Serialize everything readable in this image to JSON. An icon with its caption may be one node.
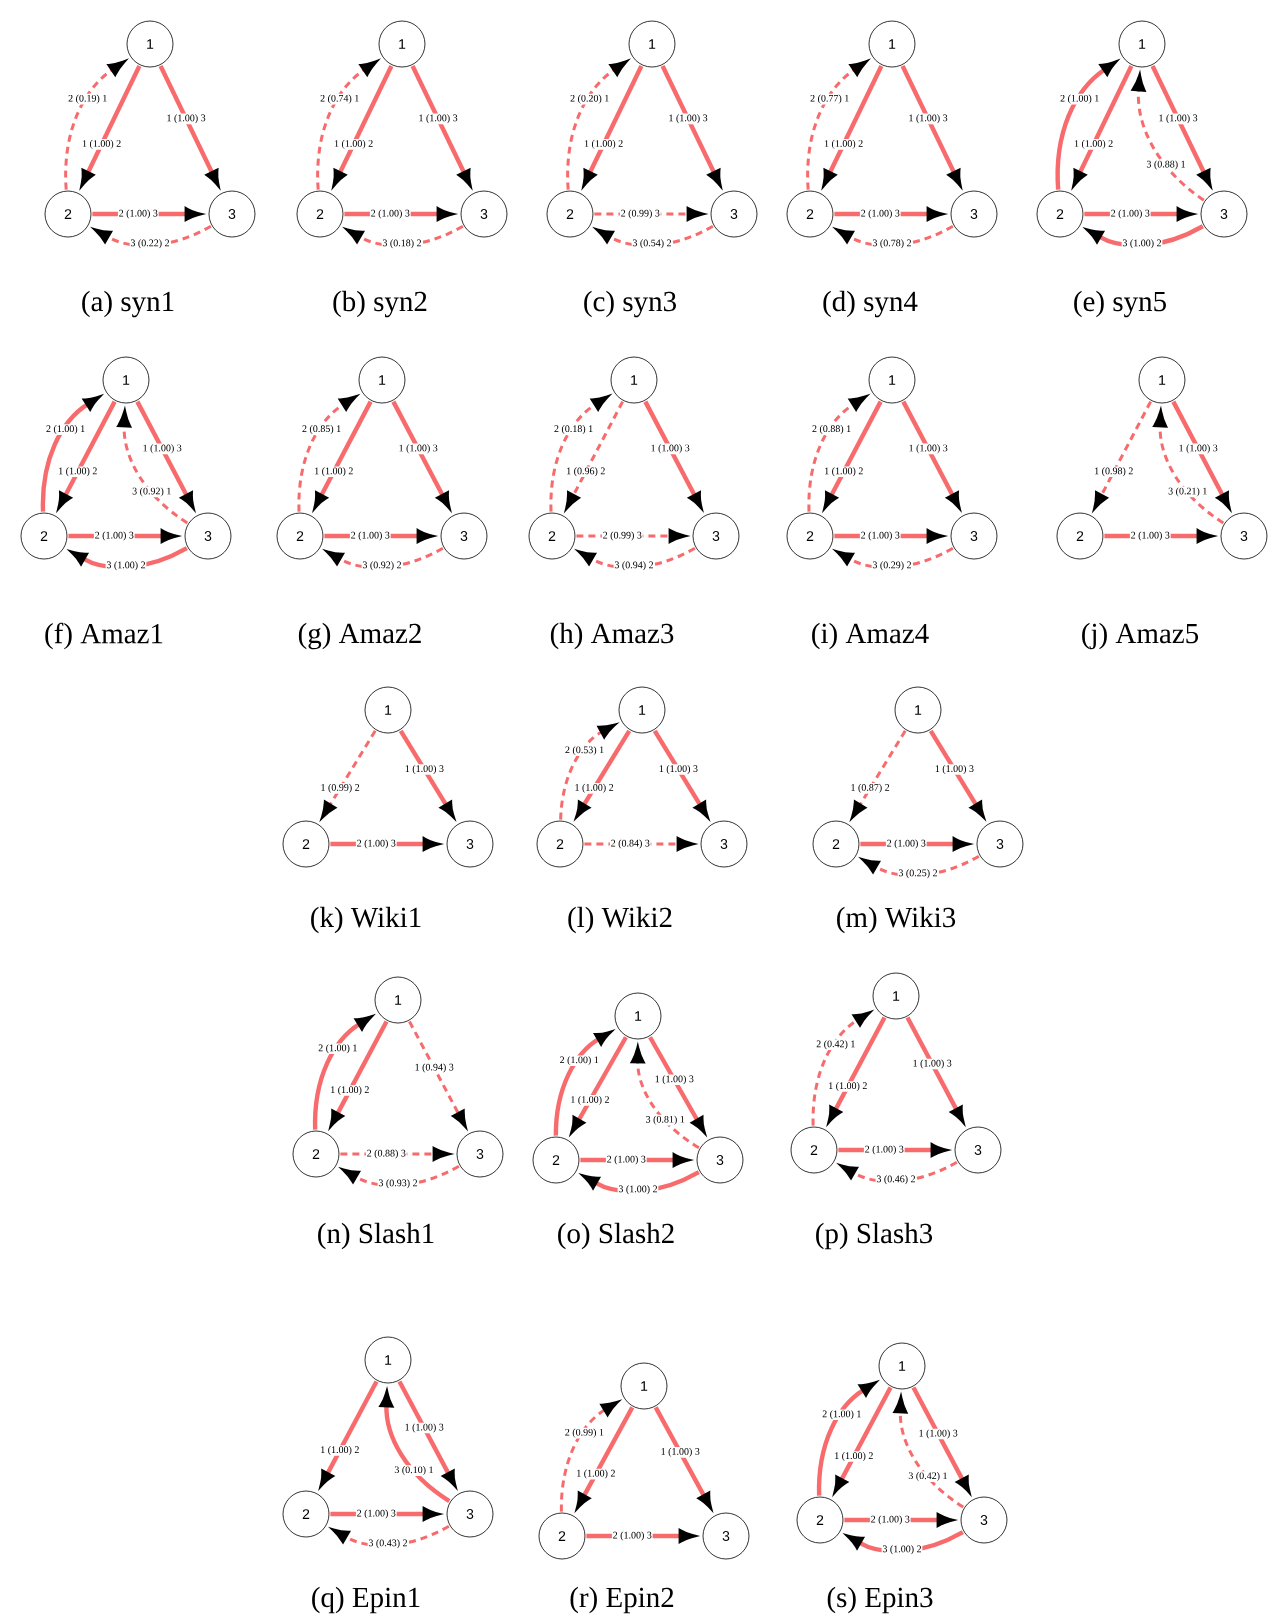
{
  "diagram": {
    "nodes": [
      {
        "text": [
          "1"
        ]
      },
      {
        "text": [
          "2"
        ]
      },
      {
        "text": [
          "3"
        ]
      },
      {
        "text": [
          "1"
        ]
      },
      {
        "text": [
          "2"
        ]
      },
      {
        "text": [
          "3"
        ]
      },
      {
        "text": [
          "1"
        ]
      },
      {
        "text": [
          "2"
        ]
      },
      {
        "text": [
          "3"
        ]
      },
      {
        "text": [
          "1"
        ]
      },
      {
        "text": [
          "2"
        ]
      },
      {
        "text": [
          "3"
        ]
      },
      {
        "text": [
          "1"
        ]
      },
      {
        "text": [
          "2"
        ]
      },
      {
        "text": [
          "3"
        ]
      },
      {
        "text": [
          "1"
        ]
      },
      {
        "text": [
          "2"
        ]
      },
      {
        "text": [
          "3"
        ]
      },
      {
        "text": [
          "1"
        ]
      },
      {
        "text": [
          "2"
        ]
      },
      {
        "text": [
          "3"
        ]
      },
      {
        "text": [
          "1"
        ]
      },
      {
        "text": [
          "2"
        ]
      },
      {
        "text": [
          "3"
        ]
      },
      {
        "text": [
          "1"
        ]
      },
      {
        "text": [
          "2"
        ]
      },
      {
        "text": [
          "3"
        ]
      },
      {
        "text": [
          "1"
        ]
      },
      {
        "text": [
          "2"
        ]
      },
      {
        "text": [
          "3"
        ]
      },
      {
        "text": [
          "1"
        ]
      },
      {
        "text": [
          "2"
        ]
      },
      {
        "text": [
          "3"
        ]
      },
      {
        "text": [
          "1"
        ]
      },
      {
        "text": [
          "2"
        ]
      },
      {
        "text": [
          "3"
        ]
      },
      {
        "text": [
          "1"
        ]
      },
      {
        "text": [
          "2"
        ]
      },
      {
        "text": [
          "3"
        ]
      },
      {
        "text": [
          "1"
        ]
      },
      {
        "text": [
          "2"
        ]
      },
      {
        "text": [
          "3"
        ]
      },
      {
        "text": [
          "1"
        ]
      },
      {
        "text": [
          "2"
        ]
      },
      {
        "text": [
          "3"
        ]
      },
      {
        "text": [
          "1"
        ]
      },
      {
        "text": [
          "2"
        ]
      },
      {
        "text": [
          "3"
        ]
      },
      {
        "text": [
          "1"
        ]
      },
      {
        "text": [
          "2"
        ]
      },
      {
        "text": [
          "3"
        ]
      },
      {
        "text": [
          "1"
        ]
      },
      {
        "text": [
          "2"
        ]
      },
      {
        "text": [
          "3"
        ]
      },
      {
        "text": [
          "1"
        ]
      },
      {
        "text": [
          "2"
        ]
      },
      {
        "text": [
          "3"
        ]
      }
    ],
    "edges": [
      {
        "from": 0,
        "to": 1,
        "arrow": "to",
        "label": "1 (1.00) 2"
      },
      {
        "from": 0,
        "to": 2,
        "arrow": "to",
        "label": "1 (1.00) 3"
      },
      {
        "from": 1,
        "to": 2,
        "arrow": "to",
        "label": "2 (1.00) 3"
      },
      {
        "from": 1,
        "to": 0,
        "arrow": "to",
        "label": "2 (0.19) 1",
        "style": "dashed"
      },
      {
        "from": 2,
        "to": 1,
        "arrow": "to",
        "label": "3 (0.22) 2",
        "style": "dashed"
      },
      {
        "from": 3,
        "to": 4,
        "arrow": "to",
        "label": "1 (1.00) 2"
      },
      {
        "from": 3,
        "to": 5,
        "arrow": "to",
        "label": "1 (1.00) 3"
      },
      {
        "from": 4,
        "to": 5,
        "arrow": "to",
        "label": "2 (1.00) 3"
      },
      {
        "from": 4,
        "to": 3,
        "arrow": "to",
        "label": "2 (0.74) 1",
        "style": "dashed"
      },
      {
        "from": 5,
        "to": 4,
        "arrow": "to",
        "label": "3 (0.18) 2",
        "style": "dashed"
      },
      {
        "from": 6,
        "to": 7,
        "arrow": "to",
        "label": "1 (1.00) 2"
      },
      {
        "from": 6,
        "to": 8,
        "arrow": "to",
        "label": "1 (1.00) 3"
      },
      {
        "from": 7,
        "to": 8,
        "arrow": "to",
        "label": "2 (0.99) 3",
        "style": "dashed"
      },
      {
        "from": 7,
        "to": 6,
        "arrow": "to",
        "label": "2 (0.20) 1",
        "style": "dashed"
      },
      {
        "from": 8,
        "to": 7,
        "arrow": "to",
        "label": "3 (0.54) 2",
        "style": "dashed"
      },
      {
        "from": 9,
        "to": 10,
        "arrow": "to",
        "label": "1 (1.00) 2"
      },
      {
        "from": 9,
        "to": 11,
        "arrow": "to",
        "label": "1 (1.00) 3"
      },
      {
        "from": 10,
        "to": 11,
        "arrow": "to",
        "label": "2 (1.00) 3"
      },
      {
        "from": 10,
        "to": 9,
        "arrow": "to",
        "label": "2 (0.77) 1",
        "style": "dashed"
      },
      {
        "from": 11,
        "to": 10,
        "arrow": "to",
        "label": "3 (0.78) 2",
        "style": "dashed"
      },
      {
        "from": 12,
        "to": 13,
        "arrow": "to",
        "label": "1 (1.00) 2"
      },
      {
        "from": 12,
        "to": 14,
        "arrow": "to",
        "label": "1 (1.00) 3"
      },
      {
        "from": 13,
        "to": 14,
        "arrow": "to",
        "label": "2 (1.00) 3"
      },
      {
        "from": 13,
        "to": 12,
        "arrow": "to",
        "label": "2 (1.00) 1"
      },
      {
        "from": 14,
        "to": 12,
        "arrow": "to",
        "label": "3 (0.88) 1",
        "style": "dashed"
      },
      {
        "from": 14,
        "to": 13,
        "arrow": "to",
        "label": "3 (1.00) 2"
      },
      {
        "from": 15,
        "to": 16,
        "arrow": "to",
        "label": "1 (1.00) 2"
      },
      {
        "from": 15,
        "to": 17,
        "arrow": "to",
        "label": "1 (1.00) 3"
      },
      {
        "from": 16,
        "to": 17,
        "arrow": "to",
        "label": "2 (1.00) 3"
      },
      {
        "from": 16,
        "to": 15,
        "arrow": "to",
        "label": "2 (1.00) 1"
      },
      {
        "from": 17,
        "to": 15,
        "arrow": "to",
        "label": "3 (0.92) 1",
        "style": "dashed"
      },
      {
        "from": 17,
        "to": 16,
        "arrow": "to",
        "label": "3 (1.00) 2"
      },
      {
        "from": 18,
        "to": 19,
        "arrow": "to",
        "label": "1 (1.00) 2"
      },
      {
        "from": 18,
        "to": 20,
        "arrow": "to",
        "label": "1 (1.00) 3"
      },
      {
        "from": 19,
        "to": 20,
        "arrow": "to",
        "label": "2 (1.00) 3"
      },
      {
        "from": 19,
        "to": 18,
        "arrow": "to",
        "label": "2 (0.85) 1",
        "style": "dashed"
      },
      {
        "from": 20,
        "to": 19,
        "arrow": "to",
        "label": "3 (0.92) 2",
        "style": "dashed"
      },
      {
        "from": 21,
        "to": 22,
        "arrow": "to",
        "label": "1 (0.96) 2",
        "style": "dashed"
      },
      {
        "from": 21,
        "to": 23,
        "arrow": "to",
        "label": "1 (1.00) 3"
      },
      {
        "from": 22,
        "to": 23,
        "arrow": "to",
        "label": "2 (0.99) 3",
        "style": "dashed"
      },
      {
        "from": 22,
        "to": 21,
        "arrow": "to",
        "label": "2 (0.18) 1",
        "style": "dashed"
      },
      {
        "from": 23,
        "to": 22,
        "arrow": "to",
        "label": "3 (0.94) 2",
        "style": "dashed"
      },
      {
        "from": 24,
        "to": 25,
        "arrow": "to",
        "label": "1 (1.00) 2"
      },
      {
        "from": 24,
        "to": 26,
        "arrow": "to",
        "label": "1 (1.00) 3"
      },
      {
        "from": 25,
        "to": 26,
        "arrow": "to",
        "label": "2 (1.00) 3"
      },
      {
        "from": 25,
        "to": 24,
        "arrow": "to",
        "label": "2 (0.88) 1",
        "style": "dashed"
      },
      {
        "from": 26,
        "to": 25,
        "arrow": "to",
        "label": "3 (0.29) 2",
        "style": "dashed"
      },
      {
        "from": 27,
        "to": 28,
        "arrow": "to",
        "label": "1 (0.98) 2",
        "style": "dashed"
      },
      {
        "from": 27,
        "to": 29,
        "arrow": "to",
        "label": "1 (1.00) 3"
      },
      {
        "from": 28,
        "to": 29,
        "arrow": "to",
        "label": "2 (1.00) 3"
      },
      {
        "from": 29,
        "to": 27,
        "arrow": "to",
        "label": "3 (0.21) 1",
        "style": "dashed"
      },
      {
        "from": 30,
        "to": 31,
        "arrow": "to",
        "label": "1 (0.99) 2",
        "style": "dashed"
      },
      {
        "from": 30,
        "to": 32,
        "arrow": "to",
        "label": "1 (1.00) 3"
      },
      {
        "from": 31,
        "to": 32,
        "arrow": "to",
        "label": "2 (1.00) 3"
      },
      {
        "from": 33,
        "to": 34,
        "arrow": "to",
        "label": "1 (1.00) 2"
      },
      {
        "from": 33,
        "to": 35,
        "arrow": "to",
        "label": "1 (1.00) 3"
      },
      {
        "from": 34,
        "to": 35,
        "arrow": "to",
        "label": "2 (0.84) 3",
        "style": "dashed"
      },
      {
        "from": 34,
        "to": 33,
        "arrow": "to",
        "label": "2 (0.53) 1",
        "style": "dashed"
      },
      {
        "from": 36,
        "to": 37,
        "arrow": "to",
        "label": "1 (0.87) 2",
        "style": "dashed"
      },
      {
        "from": 36,
        "to": 38,
        "arrow": "to",
        "label": "1 (1.00) 3"
      },
      {
        "from": 37,
        "to": 38,
        "arrow": "to",
        "label": "2 (1.00) 3"
      },
      {
        "from": 38,
        "to": 37,
        "arrow": "to",
        "label": "3 (0.25) 2",
        "style": "dashed"
      },
      {
        "from": 39,
        "to": 40,
        "arrow": "to",
        "label": "1 (1.00) 2"
      },
      {
        "from": 39,
        "to": 41,
        "arrow": "to",
        "label": "1 (0.94) 3",
        "style": "dashed"
      },
      {
        "from": 40,
        "to": 41,
        "arrow": "to",
        "label": "2 (0.88) 3",
        "style": "dashed"
      },
      {
        "from": 40,
        "to": 39,
        "arrow": "to",
        "label": "2 (1.00) 1"
      },
      {
        "from": 41,
        "to": 40,
        "arrow": "to",
        "label": "3 (0.93) 2",
        "style": "dashed"
      },
      {
        "from": 42,
        "to": 43,
        "arrow": "to",
        "label": "1 (1.00) 2"
      },
      {
        "from": 42,
        "to": 44,
        "arrow": "to",
        "label": "1 (1.00) 3"
      },
      {
        "from": 43,
        "to": 44,
        "arrow": "to",
        "label": "2 (1.00) 3"
      },
      {
        "from": 43,
        "to": 42,
        "arrow": "to",
        "label": "2 (1.00) 1"
      },
      {
        "from": 44,
        "to": 42,
        "arrow": "to",
        "label": "3 (0.81) 1",
        "style": "dashed"
      },
      {
        "from": 44,
        "to": 43,
        "arrow": "to",
        "label": "3 (1.00) 2"
      },
      {
        "from": 45,
        "to": 46,
        "arrow": "to",
        "label": "1 (1.00) 2"
      },
      {
        "from": 45,
        "to": 47,
        "arrow": "to",
        "label": "1 (1.00) 3"
      },
      {
        "from": 46,
        "to": 47,
        "arrow": "to",
        "label": "2 (1.00) 3"
      },
      {
        "from": 46,
        "to": 45,
        "arrow": "to",
        "label": "2 (0.42) 1",
        "style": "dashed"
      },
      {
        "from": 47,
        "to": 46,
        "arrow": "to",
        "label": "3 (0.46) 2",
        "style": "dashed"
      },
      {
        "from": 48,
        "to": 49,
        "arrow": "to",
        "label": "1 (1.00) 2"
      },
      {
        "from": 48,
        "to": 50,
        "arrow": "to",
        "label": "1 (1.00) 3"
      },
      {
        "from": 49,
        "to": 50,
        "arrow": "to",
        "label": "2 (1.00) 3"
      },
      {
        "from": 50,
        "to": 48,
        "arrow": "to",
        "label": "3 (0.10) 1"
      },
      {
        "from": 50,
        "to": 49,
        "arrow": "to",
        "label": "3 (0.43) 2",
        "style": "dashed"
      },
      {
        "from": 51,
        "to": 52,
        "arrow": "to",
        "label": "1 (1.00) 2"
      },
      {
        "from": 51,
        "to": 53,
        "arrow": "to",
        "label": "1 (1.00) 3"
      },
      {
        "from": 52,
        "to": 53,
        "arrow": "to",
        "label": "2 (1.00) 3"
      },
      {
        "from": 52,
        "to": 51,
        "arrow": "to",
        "label": "2 (0.99) 1",
        "style": "dashed"
      },
      {
        "from": 54,
        "to": 55,
        "arrow": "to",
        "label": "1 (1.00) 2"
      },
      {
        "from": 54,
        "to": 56,
        "arrow": "to",
        "label": "1 (1.00) 3"
      },
      {
        "from": 55,
        "to": 56,
        "arrow": "to",
        "label": "2 (1.00) 3"
      },
      {
        "from": 55,
        "to": 54,
        "arrow": "to",
        "label": "2 (1.00) 1"
      },
      {
        "from": 56,
        "to": 54,
        "arrow": "to",
        "label": "3 (0.42) 1",
        "style": "dashed"
      },
      {
        "from": 56,
        "to": 55,
        "arrow": "to",
        "label": "3 (1.00) 2"
      }
    ],
    "labels": [
      "(a) syn1",
      "(b) syn2",
      "(c) syn3",
      "(d) syn4",
      "(e) syn5",
      "(f) Amaz1",
      "(g) Amaz2",
      "(h) Amaz3",
      "(i) Amaz4",
      "(j) Amaz5",
      "(k) Wiki1",
      "(l) Wiki2",
      "(m) Wiki3",
      "(n) Slash1",
      "(o) Slash2",
      "(p) Slash3",
      "(q) Epin1",
      "(r) Epin2",
      "(s) Epin3"
    ]
  }
}
